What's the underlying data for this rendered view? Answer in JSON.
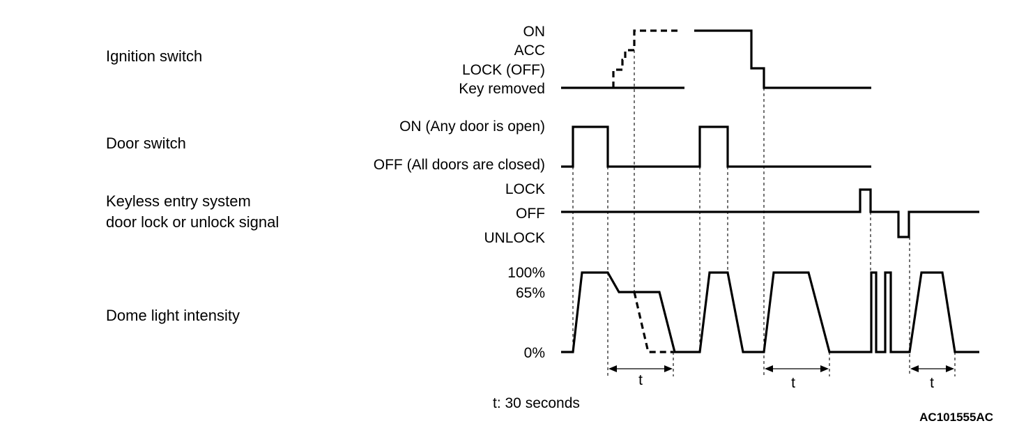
{
  "rows": {
    "ignition": {
      "label": "Ignition switch",
      "levels": [
        "ON",
        "ACC",
        "LOCK (OFF)",
        "Key removed"
      ]
    },
    "door": {
      "label": "Door switch",
      "levels": [
        "ON (Any door is open)",
        "OFF (All doors are closed)"
      ]
    },
    "keyless": {
      "label_line1": "Keyless entry system",
      "label_line2": "door lock or unlock signal",
      "levels": [
        "LOCK",
        "OFF",
        "UNLOCK"
      ]
    },
    "dome": {
      "label": "Dome light intensity",
      "levels": [
        "100%",
        "65%",
        "0%"
      ]
    }
  },
  "intervals": {
    "symbol": "t",
    "count": 3
  },
  "note": "t: 30 seconds",
  "figure_code": "AC101555AC"
}
